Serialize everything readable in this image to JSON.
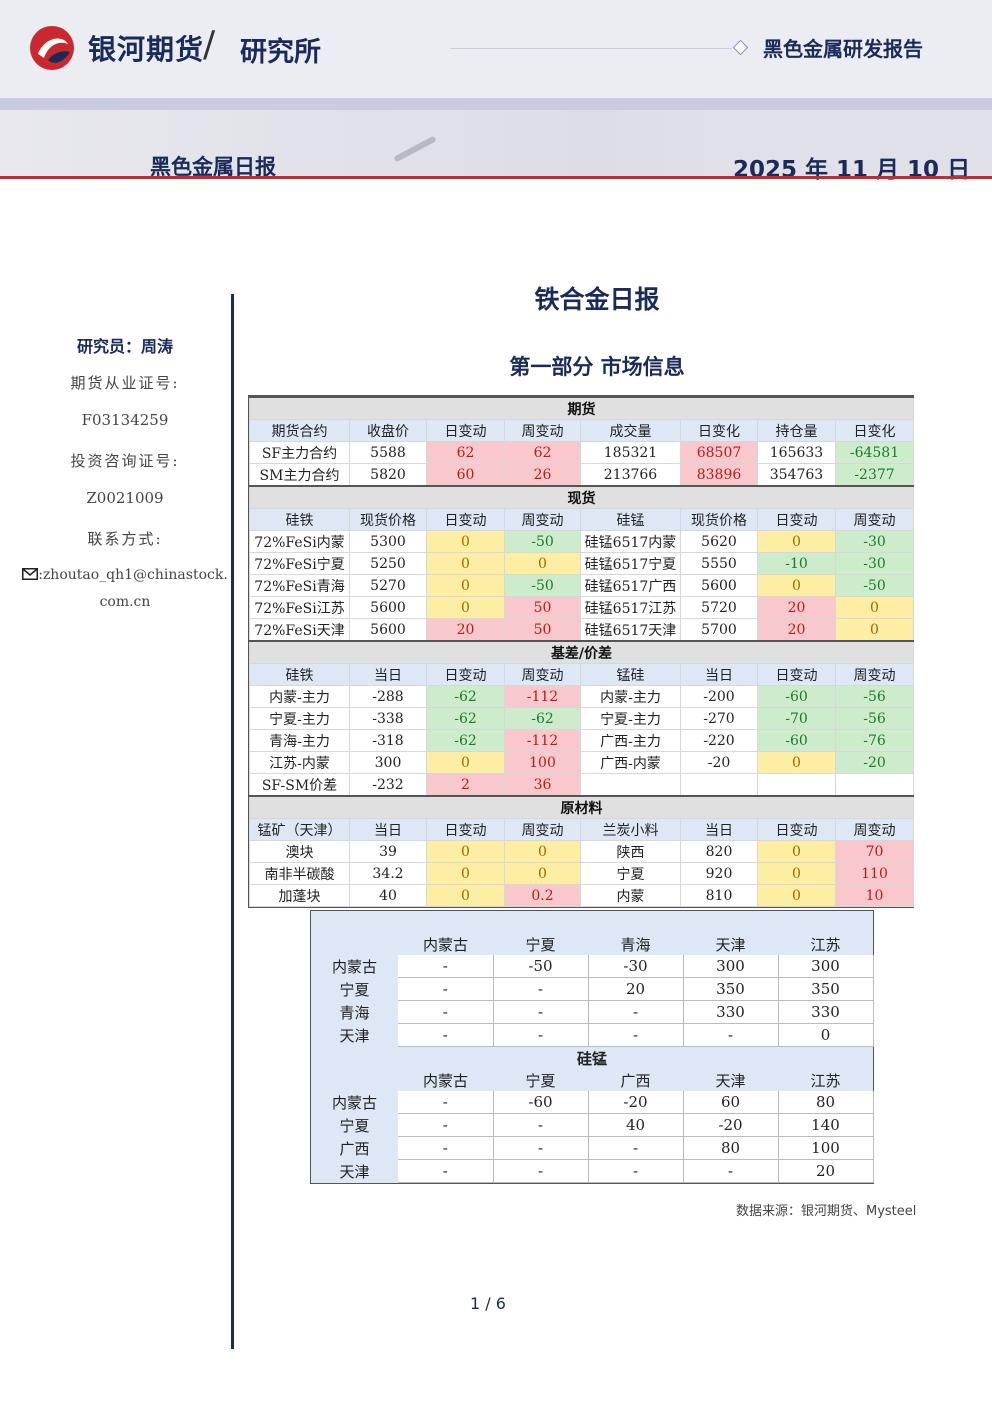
{
  "header": {
    "brand": "银河期货",
    "slash": "/",
    "institute": "研究所",
    "report_series": "黑色金属研发报告",
    "report_name": "黑色金属日报",
    "date": "2025 年 11 月 10 日",
    "brand_color": "#1a2a5a",
    "accent_color": "#c8282e"
  },
  "sidebar": {
    "analyst": "研究员：周涛",
    "cert_label": "期货从业证号:",
    "cert_no": "F03134259",
    "consult_label": "投资咨询证号:",
    "consult_no": "Z0021009",
    "contact_label": "联系方式:",
    "email_line1": ":zhoutao_qh1@chinastock.",
    "email_line2": "com.cn",
    "email_icon": "mail-icon"
  },
  "title": "铁合金日报",
  "section": "第一部分 市场信息",
  "t1": {
    "futures": {
      "title": "期货",
      "headers": [
        "期货合约",
        "收盘价",
        "日变动",
        "周变动",
        "成交量",
        "日变化",
        "持仓量",
        "日变化"
      ],
      "rows": [
        [
          "SF主力合约",
          "5588",
          "62",
          "62",
          "185321",
          "68507",
          "165633",
          "-64581"
        ],
        [
          "SM主力合约",
          "5820",
          "60",
          "26",
          "213766",
          "83896",
          "354763",
          "-2377"
        ]
      ]
    },
    "spot": {
      "title": "现货",
      "headers": [
        "硅铁",
        "现货价格",
        "日变动",
        "周变动",
        "硅锰",
        "现货价格",
        "日变动",
        "周变动"
      ],
      "rows": [
        [
          "72%FeSi内蒙",
          "5300",
          "0",
          "-50",
          "硅锰6517内蒙",
          "5620",
          "0",
          "-30"
        ],
        [
          "72%FeSi宁夏",
          "5250",
          "0",
          "0",
          "硅锰6517宁夏",
          "5550",
          "-10",
          "-30"
        ],
        [
          "72%FeSi青海",
          "5270",
          "0",
          "-50",
          "硅锰6517广西",
          "5600",
          "0",
          "-50"
        ],
        [
          "72%FeSi江苏",
          "5600",
          "0",
          "50",
          "硅锰6517江苏",
          "5720",
          "20",
          "0"
        ],
        [
          "72%FeSi天津",
          "5600",
          "20",
          "50",
          "硅锰6517天津",
          "5700",
          "20",
          "0"
        ]
      ]
    },
    "basis": {
      "title": "基差/价差",
      "headers": [
        "硅铁",
        "当日",
        "日变动",
        "周变动",
        "锰硅",
        "当日",
        "日变动",
        "周变动"
      ],
      "rows": [
        [
          "内蒙-主力",
          "-288",
          "-62",
          "-112",
          "内蒙-主力",
          "-200",
          "-60",
          "-56"
        ],
        [
          "宁夏-主力",
          "-338",
          "-62",
          "-62",
          "宁夏-主力",
          "-270",
          "-70",
          "-56"
        ],
        [
          "青海-主力",
          "-318",
          "-62",
          "-112",
          "广西-主力",
          "-220",
          "-60",
          "-76"
        ],
        [
          "江苏-内蒙",
          "300",
          "0",
          "100",
          "广西-内蒙",
          "-20",
          "0",
          "-20"
        ],
        [
          "SF-SM价差",
          "-232",
          "2",
          "36",
          "",
          "",
          "",
          ""
        ]
      ]
    },
    "materials": {
      "title": "原材料",
      "headers": [
        "锰矿（天津）",
        "当日",
        "日变动",
        "周变动",
        "兰炭小料",
        "当日",
        "日变动",
        "周变动"
      ],
      "rows": [
        [
          "澳块",
          "39",
          "0",
          "0",
          "陕西",
          "820",
          "0",
          "70"
        ],
        [
          "南非半碳酸",
          "34.2",
          "0",
          "0",
          "宁夏",
          "920",
          "0",
          "110"
        ],
        [
          "加蓬块",
          "40",
          "0",
          "0.2",
          "内蒙",
          "810",
          "0",
          "10"
        ]
      ]
    }
  },
  "t2": {
    "fesi": {
      "title": "",
      "cols": [
        "内蒙古",
        "宁夏",
        "青海",
        "天津",
        "江苏"
      ],
      "rows": [
        [
          "内蒙古",
          "-",
          "-50",
          "-30",
          "300",
          "300"
        ],
        [
          "宁夏",
          "-",
          "-",
          "20",
          "350",
          "350"
        ],
        [
          "青海",
          "-",
          "-",
          "-",
          "330",
          "330"
        ],
        [
          "天津",
          "-",
          "-",
          "-",
          "-",
          "0"
        ]
      ]
    },
    "simn": {
      "title": "硅锰",
      "cols": [
        "内蒙古",
        "宁夏",
        "广西",
        "天津",
        "江苏"
      ],
      "rows": [
        [
          "内蒙古",
          "-",
          "-60",
          "-20",
          "60",
          "80"
        ],
        [
          "宁夏",
          "-",
          "-",
          "40",
          "-20",
          "140"
        ],
        [
          "广西",
          "-",
          "-",
          "-",
          "80",
          "100"
        ],
        [
          "天津",
          "-",
          "-",
          "-",
          "-",
          "20"
        ]
      ]
    }
  },
  "source": "数据来源：银河期货、Mysteel",
  "page": "1 / 6"
}
